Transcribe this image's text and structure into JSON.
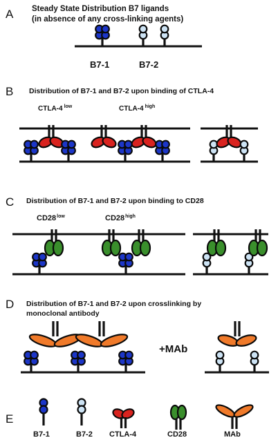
{
  "colors": {
    "b7_1": "#1c36c8",
    "b7_2": "#cde3f4",
    "ctla4": "#d9231f",
    "cd28": "#3a8f2c",
    "mab": "#f07a2a",
    "line": "#111111"
  },
  "panelA": {
    "letter": "A",
    "title_line1": "Steady State Distribution B7 ligands",
    "title_line2": "(in absence of any cross-linking agents)",
    "label_b71": "B7-1",
    "label_b72": "B7-2"
  },
  "panelB": {
    "letter": "B",
    "title": "Distribution of B7-1 and B7-2 upon binding of CTLA-4",
    "label_low": "CTLA-4",
    "label_low_sup": "low",
    "label_high": "CTLA-4",
    "label_high_sup": "high"
  },
  "panelC": {
    "letter": "C",
    "title": "Distribution of B7-1 and B7-2 upon binding to CD28",
    "label_low": "CD28",
    "label_low_sup": "low",
    "label_high": "CD28",
    "label_high_sup": "high"
  },
  "panelD": {
    "letter": "D",
    "title_line1": "Distribution of B7-1 and B7-2 upon crosslinking by",
    "title_line2": "monoclonal antibody",
    "mab_label": "+MAb"
  },
  "panelE": {
    "letter": "E",
    "legend": [
      "B7-1",
      "B7-2",
      "CTLA-4",
      "CD28",
      "MAb"
    ]
  }
}
